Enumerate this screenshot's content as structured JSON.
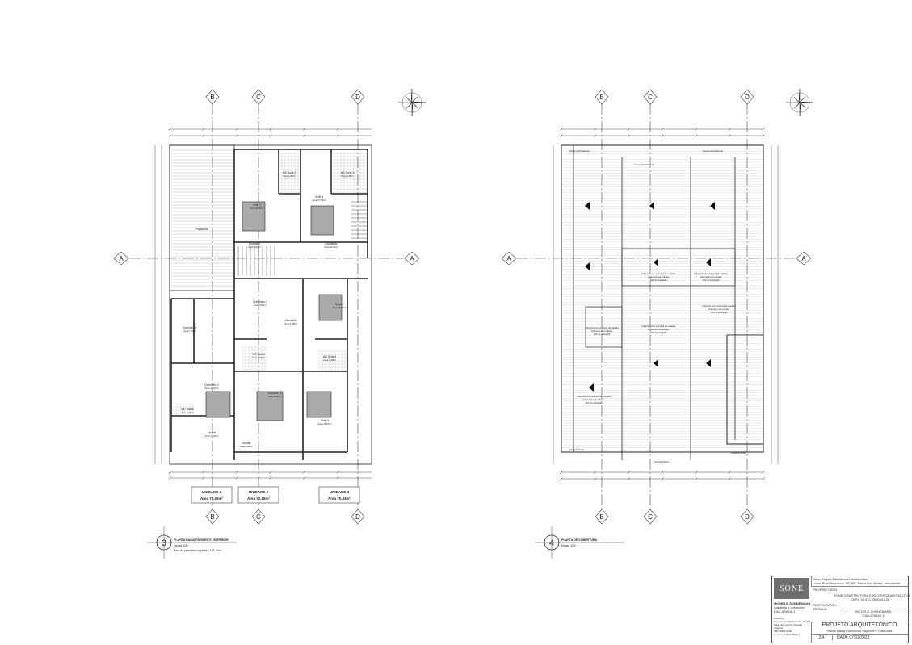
{
  "plans": {
    "upper_floor": {
      "number": "3",
      "title": "PLANTA BAIXA PAVIMENTO SUPERIOR",
      "scale": "Escala 1/50",
      "area": "Área do pavimento superior - 178,13m²",
      "units": [
        {
          "name": "UNIDADE 1",
          "area": "Área 74,55m²"
        },
        {
          "name": "UNIDADE 2",
          "area": "Área 72,16m²"
        },
        {
          "name": "UNIDADE 3",
          "area": "Área 70,44m²"
        }
      ],
      "rooms": [
        {
          "name": "Suíte 2",
          "area": "Área 14,31m²"
        },
        {
          "name": "Suíte 3",
          "area": "Área 17,89m²"
        },
        {
          "name": "WC Suíte 2",
          "area": "Área 3,29m²"
        },
        {
          "name": "WC Suíte 3",
          "area": "Área 3,29m²"
        },
        {
          "name": "Escadaria",
          "area": "Área 5,53m²"
        },
        {
          "name": "Circulação",
          "area": "Área 10,03m²"
        },
        {
          "name": "Platibanda",
          "area": ""
        },
        {
          "name": "Dormitório 1",
          "area": "Área 9,80m²"
        },
        {
          "name": "Circulação",
          "area": "Área 6,38m²"
        },
        {
          "name": "Suíte 4",
          "area": "Área 15,32m²"
        },
        {
          "name": "Dormitório 1",
          "area": "Área 7,50m²"
        },
        {
          "name": "WC Social",
          "area": "Área 3,53m²"
        },
        {
          "name": "WC Suíte 4",
          "area": "Área 3,29m²"
        },
        {
          "name": "Dormitório 2",
          "area": "Área 11,21m²"
        },
        {
          "name": "Dormitório 2",
          "area": "Área 8,94m²"
        },
        {
          "name": "Suíte 5",
          "area": "Área 13,07m²"
        },
        {
          "name": "WC Social",
          "area": "Área 3,32m²"
        },
        {
          "name": "Escada",
          "area": "Área 3,82m²"
        },
        {
          "name": "Sacada",
          "area": "Área 10,04m²"
        }
      ]
    },
    "roof": {
      "number": "4",
      "title": "PLANTA DE COBERTURA",
      "scale": "Escala 1/50",
      "note": [
        "Cobertura com estrutura de madeira",
        "Cobertura com telhado",
        "10% de inclinação"
      ],
      "drain_label": "Descer da Platibanda",
      "gutter_label": "Projeção Beiral"
    },
    "grid_axes": [
      "A",
      "B",
      "C",
      "D"
    ]
  },
  "title_block": {
    "logo": "SONE",
    "work": "Obra: Projeto Residencial Multifamiliar",
    "location": "Local: Rua Paulcanos, Nº 368, Bairro Boa Nettra, Jaicolandia",
    "owner_label": "PROPRIETÁRIO:",
    "owner": "SONE CONSTRUTORA E INCORPORADORA LTDA",
    "cnpj": "CNPJ: 35.410.250/0001-30",
    "tech_label": "RESPONSÁVEL TÉCNICA:",
    "tech_name": "MICHELE SONNEMANN",
    "tech_cau": "CAU A78649-1",
    "architect": "MICHELE SONNEMANN",
    "architect_role": "Arquiteta e Urbanista",
    "architect_cau": "CAU A78649-1",
    "address": [
      "Endereço:",
      "Rua Tenente Paulo Lopes, Nº 325",
      "Sala 102, Centro, Tubarão",
      "Telefone:",
      "(48) 99999-9999",
      "Contato: CAU A78649-1"
    ],
    "project": "PROJETO ARQUITETÔNICO",
    "subtitle": "Planta Baixa Pavimento Superior e Cobertura",
    "sheet": "2/4",
    "date": "DATA: 07/02/2023"
  }
}
